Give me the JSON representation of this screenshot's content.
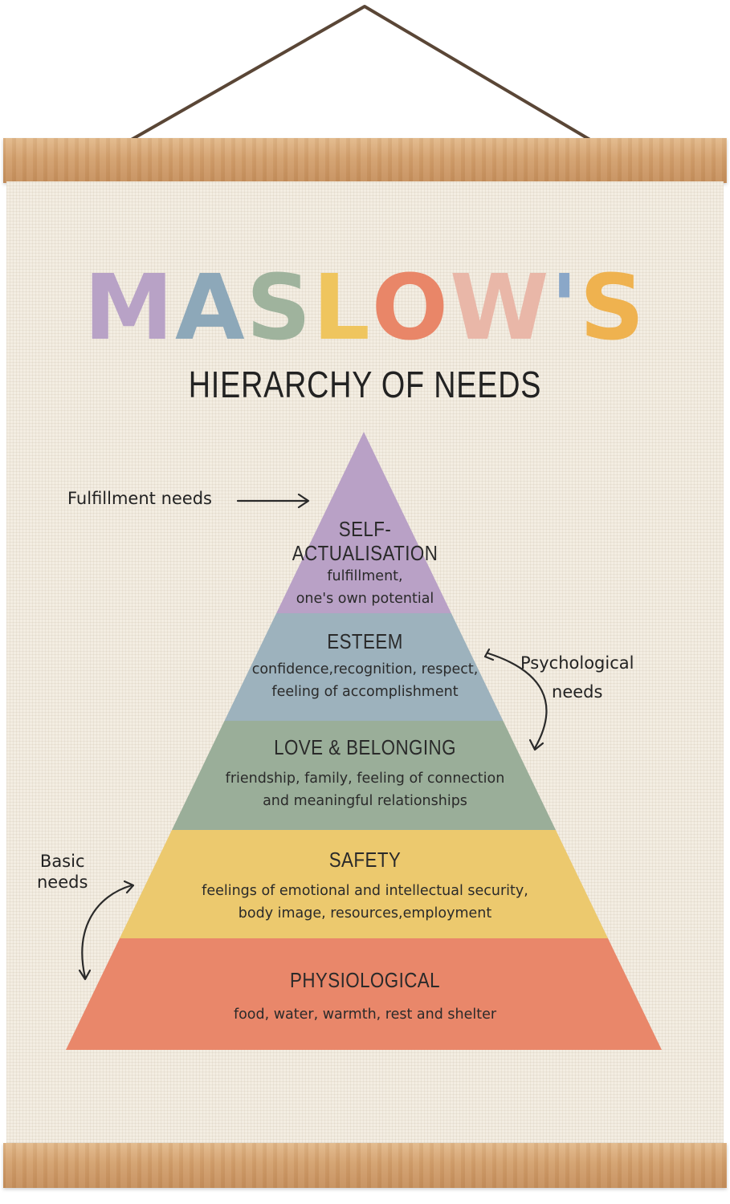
{
  "title": {
    "letters": [
      {
        "char": "M",
        "color": "#b8a2c6"
      },
      {
        "char": "A",
        "color": "#8da8b9"
      },
      {
        "char": "S",
        "color": "#9fb39d"
      },
      {
        "char": "L",
        "color": "#efc55e"
      },
      {
        "char": "O",
        "color": "#e98668"
      },
      {
        "char": "W",
        "color": "#e9b7a8"
      },
      {
        "char": "'",
        "color": "#8aa7c8"
      },
      {
        "char": "S",
        "color": "#efb24f"
      }
    ]
  },
  "subtitle": "HIERARCHY OF NEEDS",
  "tiers": [
    {
      "id": "self-actualisation",
      "title_lines": [
        "SELF-",
        "ACTUALISATION"
      ],
      "desc_lines": [
        "fulfillment,",
        "one's own potential"
      ],
      "color": "#b9a1c6"
    },
    {
      "id": "esteem",
      "title_lines": [
        "ESTEEM"
      ],
      "desc_lines": [
        "confidence,recognition, respect,",
        "feeling of accomplishment"
      ],
      "color": "#9db2bd"
    },
    {
      "id": "love-belonging",
      "title_lines": [
        "LOVE & BELONGING"
      ],
      "desc_lines": [
        "friendship, family, feeling of connection",
        "and meaningful relationships"
      ],
      "color": "#9aae99"
    },
    {
      "id": "safety",
      "title_lines": [
        "SAFETY"
      ],
      "desc_lines": [
        "feelings of emotional and intellectual security,",
        "body image, resources,employment"
      ],
      "color": "#ecc96e"
    },
    {
      "id": "physiological",
      "title_lines": [
        "PHYSIOLOGICAL"
      ],
      "desc_lines": [
        "food, water, warmth, rest and shelter"
      ],
      "color": "#e9876a"
    }
  ],
  "annotations": {
    "fulfillment": "Fulfillment needs",
    "psychological": [
      "Psychological",
      "needs"
    ],
    "basic": [
      "Basic",
      "needs"
    ]
  }
}
